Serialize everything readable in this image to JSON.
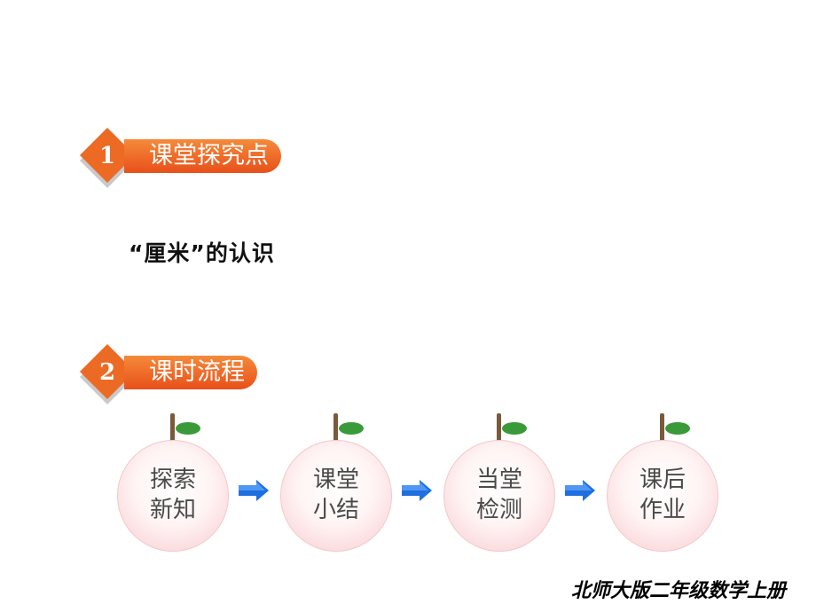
{
  "sections": [
    {
      "number": "1",
      "title": "课堂探究点"
    },
    {
      "number": "2",
      "title": "课时流程"
    }
  ],
  "topic": "“厘米”的认识",
  "flow": [
    {
      "line1": "探索",
      "line2": "新知"
    },
    {
      "line1": "课堂",
      "line2": "小结"
    },
    {
      "line1": "当堂",
      "line2": "检测"
    },
    {
      "line1": "课后",
      "line2": "作业"
    }
  ],
  "footer": "北师大版二年级数学上册",
  "colors": {
    "accent": "#e8501a",
    "arrow": "#1f6fe0",
    "leaf": "#3a9a3a",
    "fruit": "#fbd9dc"
  }
}
